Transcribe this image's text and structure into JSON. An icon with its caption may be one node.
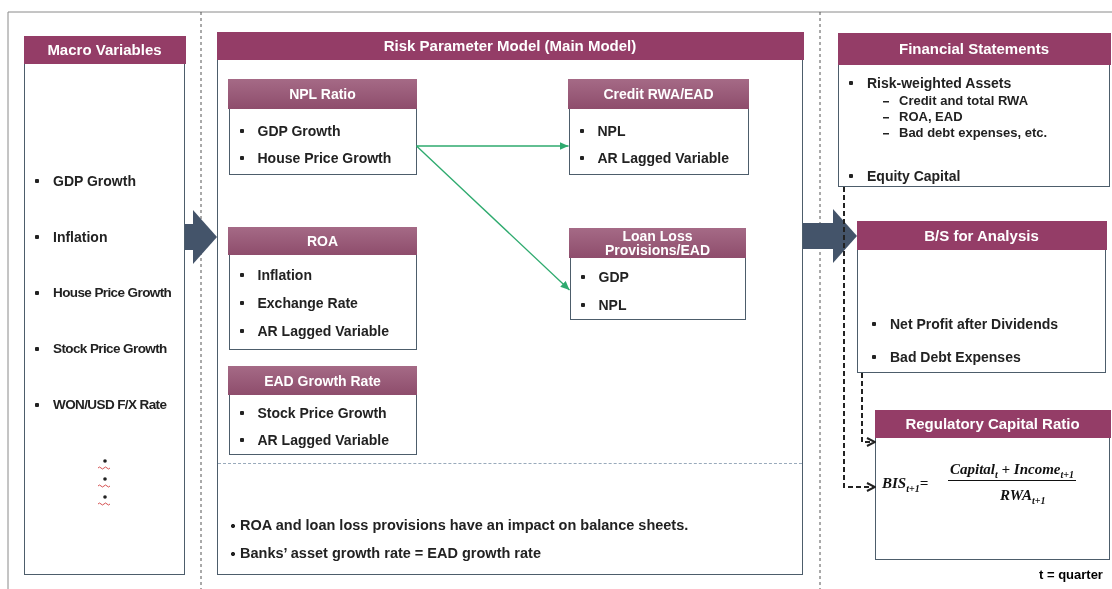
{
  "diagram": {
    "nodes": [
      {
        "text": [
          "Macro Variables",
          "GDP Growth",
          "Inflation",
          "House Price Growth",
          "Stock Price Growth",
          "WON/USD F/X Rate"
        ]
      },
      {
        "text": [
          "Risk Parameter Model (Main Model)",
          "ROA and loan loss provisions have an impact on balance sheets.",
          "Banks’ asset growth rate = EAD growth rate"
        ]
      },
      {
        "text": [
          "NPL Ratio",
          "GDP Growth",
          "House Price Growth"
        ],
        "in": 1
      },
      {
        "text": [
          "Credit RWA/EAD",
          "NPL",
          "AR Lagged Variable"
        ],
        "in": 1
      },
      {
        "text": [
          "ROA",
          "Inflation",
          "Exchange Rate",
          "AR Lagged Variable"
        ],
        "in": 1
      },
      {
        "text": [
          "Loan Loss Provisions/EAD",
          "GDP",
          "NPL"
        ],
        "in": 1
      },
      {
        "text": [
          "EAD Growth Rate",
          "Stock Price Growth",
          "AR Lagged Variable"
        ],
        "in": 1
      },
      {
        "text": [
          "Financial Statements",
          "Risk-weighted Assets",
          "Credit and total RWA",
          "ROA, EAD",
          "Bad debt expenses, etc.",
          "Equity Capital"
        ]
      },
      {
        "text": [
          "B/S for Analysis",
          "Net Profit after Dividends",
          "Bad Debt Expenses"
        ]
      },
      {
        "text": [
          "Regulatory Capital Ratio",
          "BIS$_{t+1}$=",
          "Capital$_{t}$ + Income$_{t+1}$",
          "RWA$_{t+1}$"
        ]
      }
    ],
    "edges": [
      {
        "from": 0,
        "to": 1,
        "arrow": "to",
        "style": "thick",
        "color": "#44546a"
      },
      {
        "from": 1,
        "to": 8,
        "arrow": "to",
        "style": "thick",
        "color": "#44546a"
      },
      {
        "from": 2,
        "to": 3,
        "arrow": "to",
        "color": "#2eaa6e"
      },
      {
        "from": 2,
        "to": 5,
        "arrow": "to",
        "color": "#2eaa6e"
      },
      {
        "from": 7,
        "to": 9,
        "arrow": "to",
        "style": "dashed"
      },
      {
        "from": 8,
        "to": 9,
        "arrow": "to",
        "style": "dashed"
      }
    ],
    "labels": [
      "t = quarter"
    ]
  }
}
